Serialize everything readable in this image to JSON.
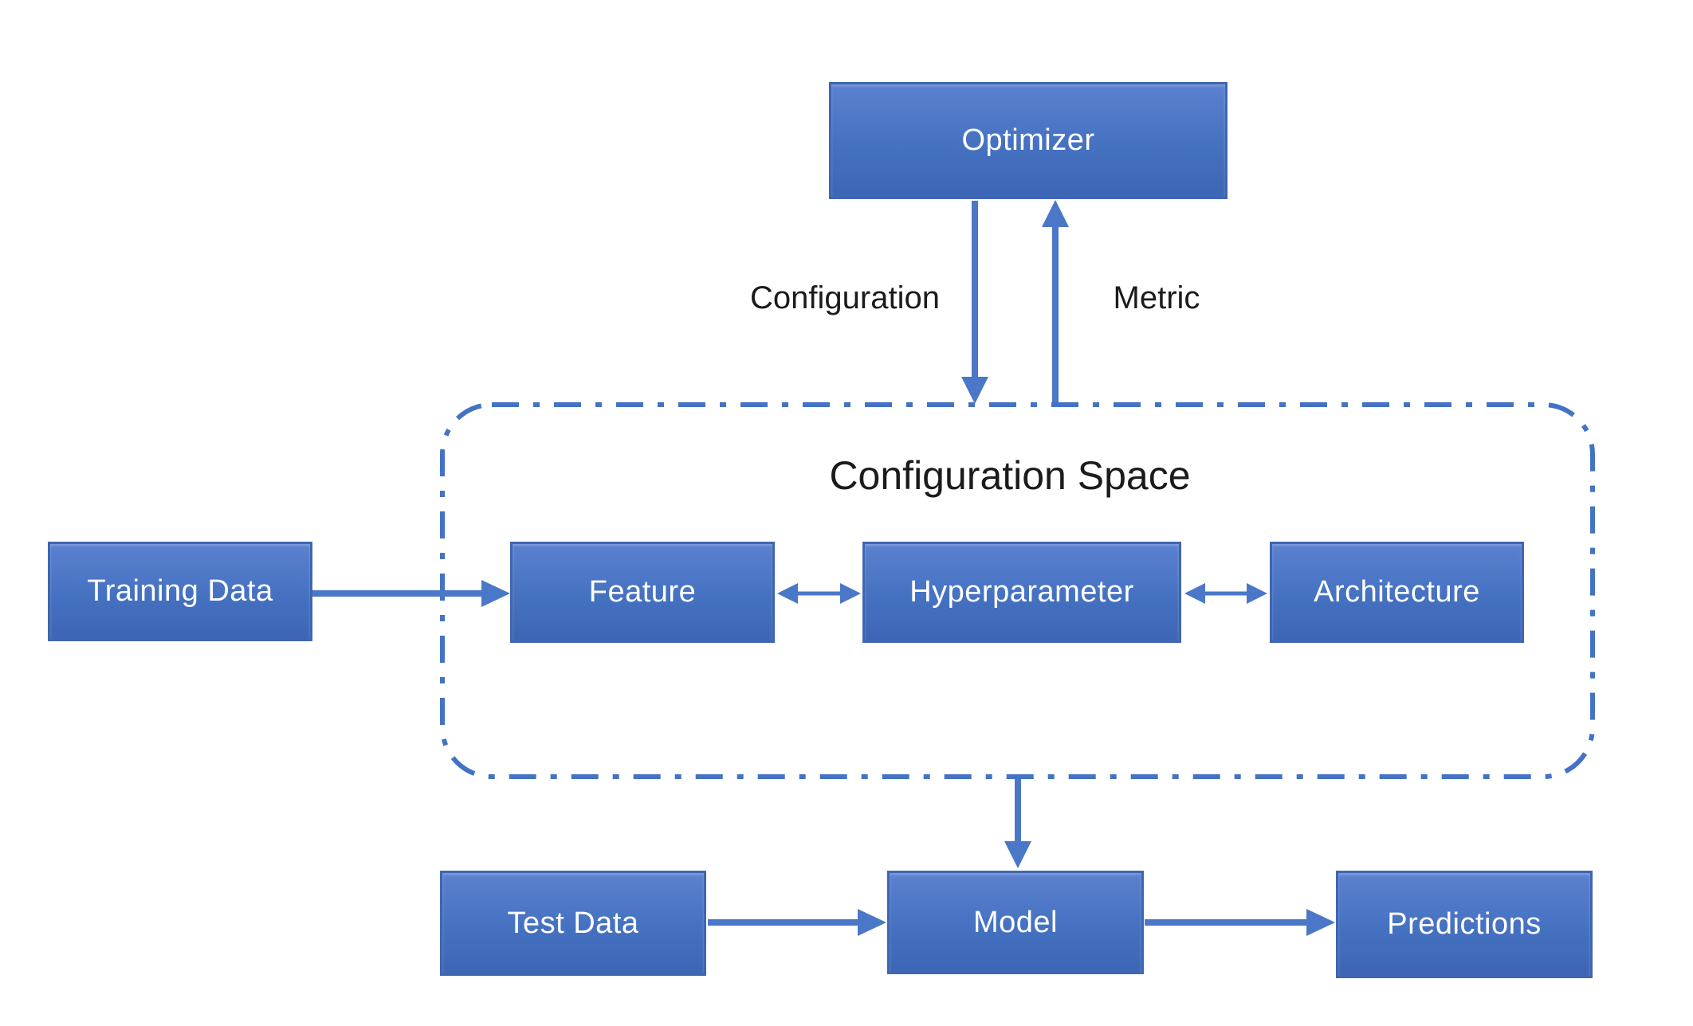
{
  "diagram": {
    "container": {
      "title": "Configuration Space"
    },
    "nodes": [
      {
        "id": "optimizer",
        "label": "Optimizer"
      },
      {
        "id": "training-data",
        "label": "Training Data"
      },
      {
        "id": "feature",
        "label": "Feature"
      },
      {
        "id": "hyperparameter",
        "label": "Hyperparameter"
      },
      {
        "id": "architecture",
        "label": "Architecture"
      },
      {
        "id": "test-data",
        "label": "Test Data"
      },
      {
        "id": "model",
        "label": "Model"
      },
      {
        "id": "predictions",
        "label": "Predictions"
      }
    ],
    "edge_labels": [
      {
        "id": "configuration",
        "label": "Configuration"
      },
      {
        "id": "metric",
        "label": "Metric"
      }
    ],
    "colors": {
      "background": "#ffffff",
      "node_fill_top": "#5b81d0",
      "node_fill_mid": "#4571c1",
      "node_fill_bottom": "#3d65b5",
      "node_border": "#3f66b0",
      "node_text": "#ffffff",
      "arrow": "#4a77c7",
      "container_border": "#4472c4",
      "label_text": "#1b1b1b"
    }
  }
}
